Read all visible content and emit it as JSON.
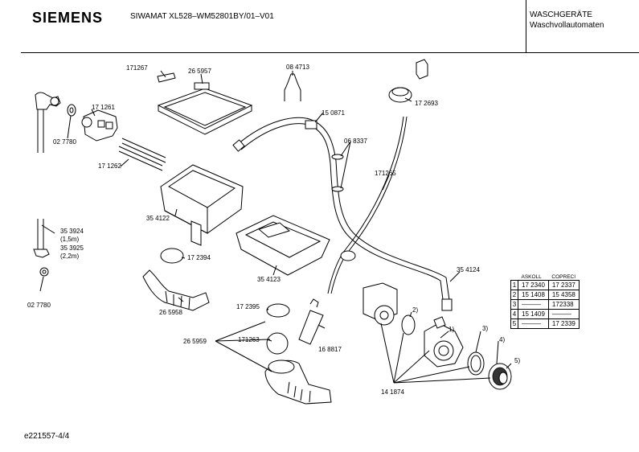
{
  "header": {
    "brand": "SIEMENS",
    "model": "SIWAMAT XL528–WM52801BY/01–V01",
    "category_line1": "WASCHGERÄTE",
    "category_line2": "Waschvollautomaten"
  },
  "footer": {
    "doc_id": "e221557-4/4"
  },
  "labels": [
    "171267",
    "26 5957",
    "08 4713",
    "17 1261",
    "15 0871",
    "17 2693",
    "02 7780",
    "06 8337",
    "17 1262",
    "171265",
    "35 4122",
    "35 3924",
    "(1,5m)",
    "35 3925",
    "(2,2m)",
    "17 2394",
    "35 4123",
    "35 4124",
    "02 7780",
    "26 5958",
    "17 2395",
    "1)",
    "2)",
    "3)",
    "4)",
    "5)",
    "26 5959",
    "171263",
    "16 8817",
    "14 1874"
  ],
  "table": {
    "headers": [
      "ASKOLL",
      "COPRECI"
    ],
    "rows": [
      {
        "index": "1",
        "askoll": "17 2340",
        "copreci": "17 2337"
      },
      {
        "index": "2",
        "askoll": "15 1408",
        "copreci": "15 4358"
      },
      {
        "index": "3",
        "askoll": "———",
        "copreci": "172338"
      },
      {
        "index": "4",
        "askoll": "15 1409",
        "copreci": "———"
      },
      {
        "index": "5",
        "askoll": "———",
        "copreci": "17 2339"
      }
    ]
  }
}
